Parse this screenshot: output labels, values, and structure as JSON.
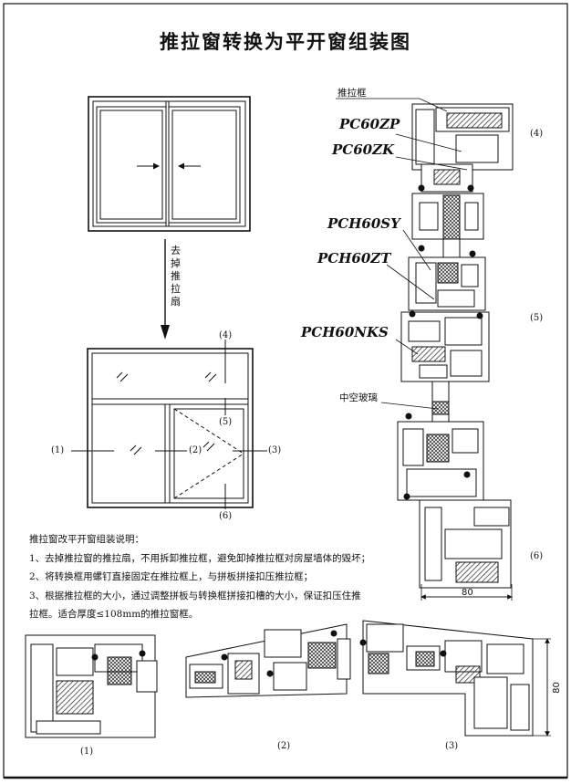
{
  "title": "推拉窗转换为平开窗组装图",
  "top_drawing": {
    "step_text": "去掉推拉扇"
  },
  "lower_drawing": {
    "callouts": [
      "(4)",
      "(5)",
      "(6)",
      "(1)",
      "(2)",
      "(3)"
    ]
  },
  "section": {
    "label_frame": "推拉框",
    "label_glass": "中空玻璃",
    "profiles": [
      "PC60ZP",
      "PC60ZK",
      "PCH60SY",
      "PCH60ZT",
      "PCH60NKS"
    ],
    "callouts": [
      "(4)",
      "(5)",
      "(6)"
    ],
    "dimension": "80"
  },
  "notes": {
    "heading": "推拉窗改平开窗组装说明：",
    "lines": [
      "1、去掉推拉窗的推拉扇，不用拆卸推拉框，避免卸掉推拉框对房屋墙体的毁坏；",
      "2、将转换框用螺钉直接固定在推拉框上，与拼板拼接扣压推拉框；",
      "3、根据推拉框的大小，通过调整拼板与转换框拼接扣槽的大小，保证扣压住推",
      "拉框。适合厚度≤108mm的推拉窗框。"
    ]
  },
  "bottom": {
    "captions": [
      "(1)",
      "(2)",
      "(3)"
    ],
    "dimension": "80"
  }
}
